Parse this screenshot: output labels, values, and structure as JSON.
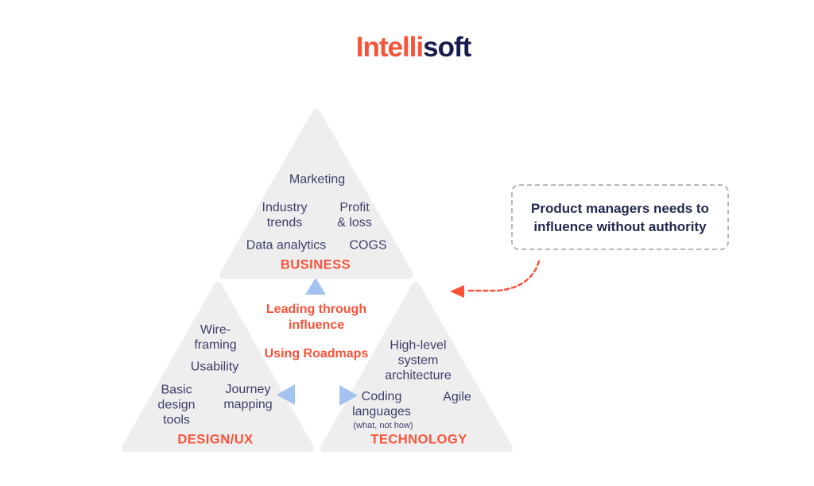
{
  "logo": {
    "part1": "Intelli",
    "part2": "soft"
  },
  "callout": {
    "text": "Product managers needs to\ninfluence without authority"
  },
  "pyramid": {
    "business": {
      "marketing": "Marketing",
      "industry_trends": "Industry\ntrends",
      "profit_loss": "Profit\n& loss",
      "data_analytics": "Data analytics",
      "cogs": "COGS",
      "label": "BUSINESS"
    },
    "design_ux": {
      "wireframing": "Wire-\nframing",
      "usability": "Usability",
      "basic_design_tools": "Basic\ndesign\ntools",
      "journey_mapping": "Journey\nmapping",
      "label": "DESIGN/UX"
    },
    "technology": {
      "high_level_architecture": "High-level\nsystem\narchitecture",
      "coding_languages": "Coding\nlanguages",
      "coding_languages_note": "(what, not how)",
      "agile": "Agile",
      "label": "TECHNOLOGY"
    },
    "center": {
      "leading_through_influence": "Leading through\ninfluence",
      "using_roadmaps": "Using Roadmaps"
    }
  },
  "colors": {
    "accent_orange": "#F75339",
    "logo_navy": "#191C4F",
    "body_navy": "#3B3F6A",
    "callout_navy": "#20294F",
    "triangle_gray": "#EFEEEF",
    "arrow_blue": "#A2C2F0",
    "callout_border_gray": "#B6B6BE"
  }
}
